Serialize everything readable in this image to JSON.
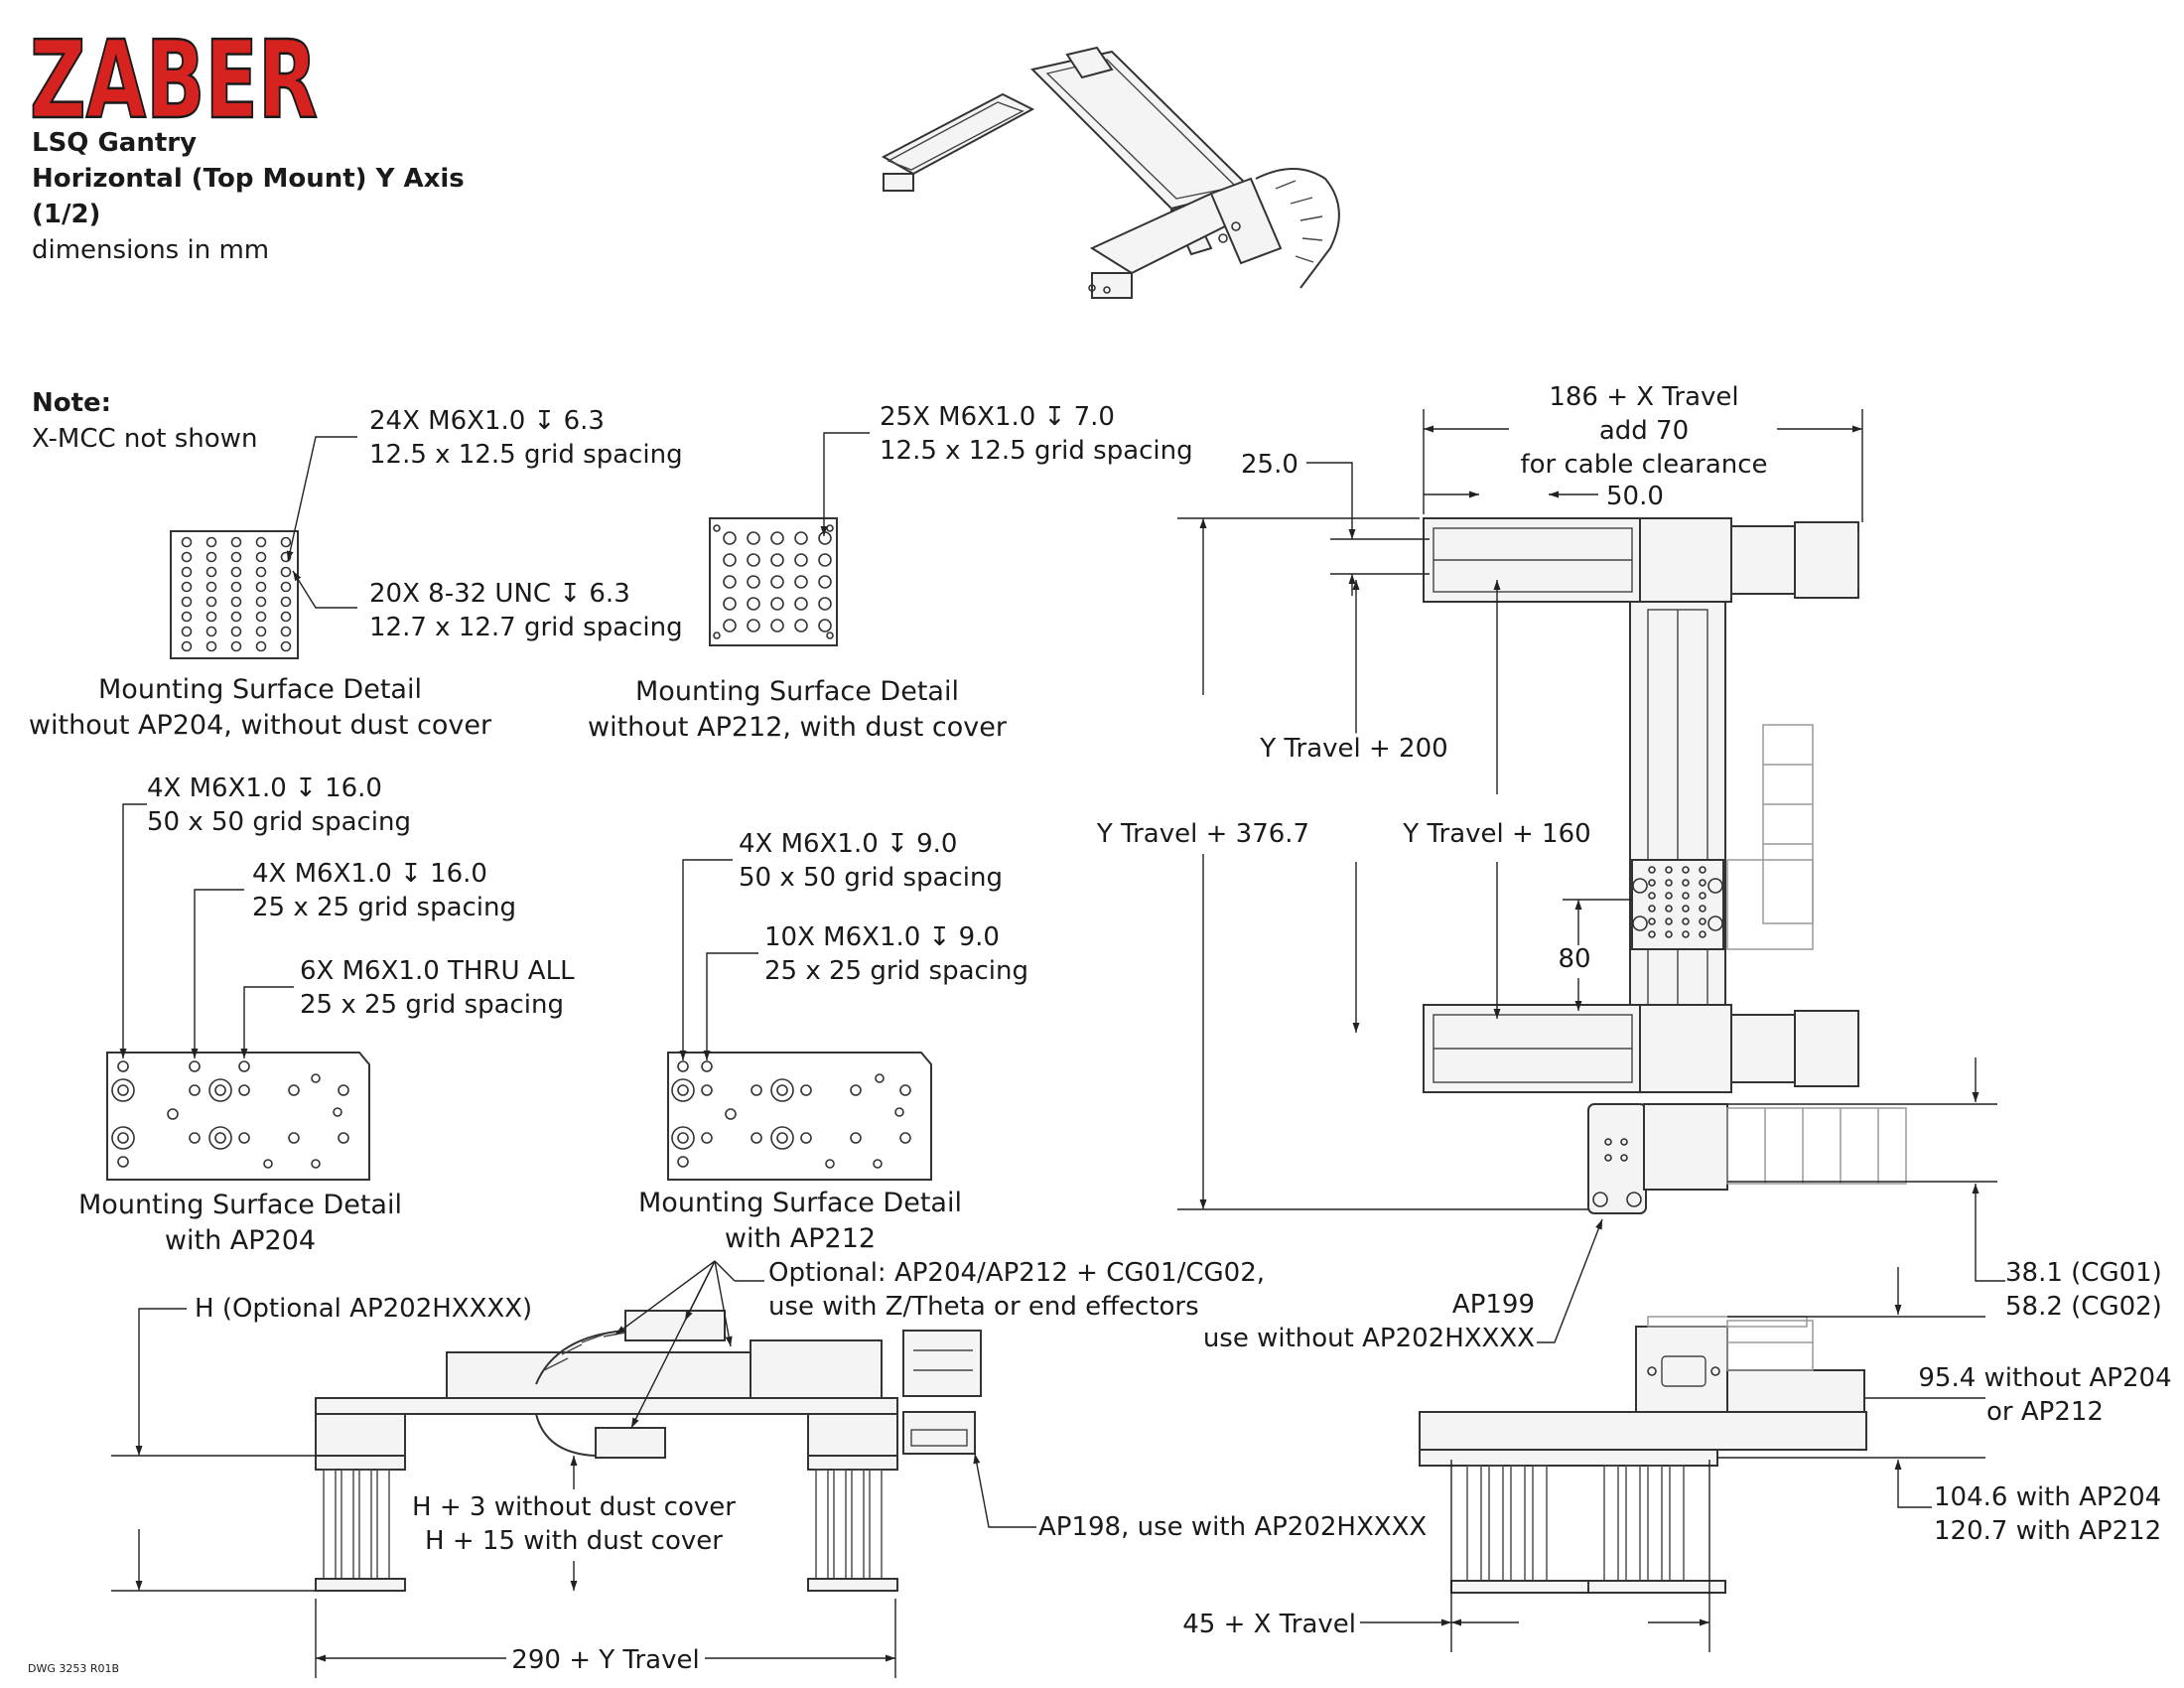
{
  "logo": {
    "text": "ZABER",
    "color": "#d7231f"
  },
  "title": {
    "line1": "LSQ Gantry",
    "line2": "Horizontal (Top Mount) Y Axis",
    "line3": "(1/2)",
    "line4": "dimensions in mm"
  },
  "note": {
    "heading": "Note:",
    "text": "X-MCC not shown"
  },
  "details": {
    "no_ap204": {
      "callout1_l1": "24X M6X1.0 ↧ 6.3",
      "callout1_l2": "12.5 x 12.5 grid spacing",
      "callout2_l1": "20X 8-32 UNC  ↧ 6.3",
      "callout2_l2": "12.7 x 12.7 grid spacing",
      "caption_l1": "Mounting Surface Detail",
      "caption_l2": "without AP204, without dust cover"
    },
    "no_ap212": {
      "callout1_l1": "25X M6X1.0 ↧ 7.0",
      "callout1_l2": "12.5 x 12.5 grid spacing",
      "caption_l1": "Mounting Surface Detail",
      "caption_l2": "without AP212, with dust cover"
    },
    "with_ap204": {
      "callout1_l1": "4X M6X1.0 ↧ 16.0",
      "callout1_l2": "50 x 50 grid spacing",
      "callout2_l1": "4X M6X1.0 ↧ 16.0",
      "callout2_l2": "25 x 25 grid spacing",
      "callout3_l1": "6X M6X1.0 THRU ALL",
      "callout3_l2": "25 x 25 grid spacing",
      "caption_l1": "Mounting Surface Detail",
      "caption_l2": "with AP204"
    },
    "with_ap212": {
      "callout1_l1": "4X M6X1.0 ↧  9.0",
      "callout1_l2": "50 x 50 grid spacing",
      "callout2_l1": "10X M6X1.0 ↧ 9.0",
      "callout2_l2": "25 x 25 grid spacing",
      "caption_l1": "Mounting Surface Detail",
      "caption_l2": "with AP212"
    }
  },
  "top_view": {
    "width_l1": "186 + X Travel",
    "width_l2": "add 70",
    "width_l3": "for cable clearance",
    "dim_25": "25.0",
    "dim_50": "50.0",
    "dim_y200": "Y Travel + 200",
    "dim_y376": "Y Travel + 376.7",
    "dim_y160": "Y Travel + 160",
    "dim_80": "80",
    "dim_cg_l1": "38.1 (CG01)",
    "dim_cg_l2": "58.2 (CG02)",
    "ap199_l1": "AP199",
    "ap199_l2": "use without AP202HXXXX"
  },
  "side_view": {
    "h_label": "H (Optional AP202HXXXX)",
    "optional_l1": "Optional: AP204/AP212 + CG01/CG02,",
    "optional_l2": "use with Z/Theta or end effectors",
    "h3_l1": "H + 3 without dust cover",
    "h3_l2": "H + 15 with dust cover",
    "ap198": "AP198, use with AP202HXXXX",
    "width": "290 + Y Travel"
  },
  "end_view": {
    "dim_95_l1": "95.4 without AP204",
    "dim_95_l2": "or AP212",
    "dim_104_l1": "104.6 with AP204",
    "dim_104_l2": "120.7 with AP212",
    "width": "45 + X Travel"
  },
  "dwg": "DWG 3253 R01B"
}
